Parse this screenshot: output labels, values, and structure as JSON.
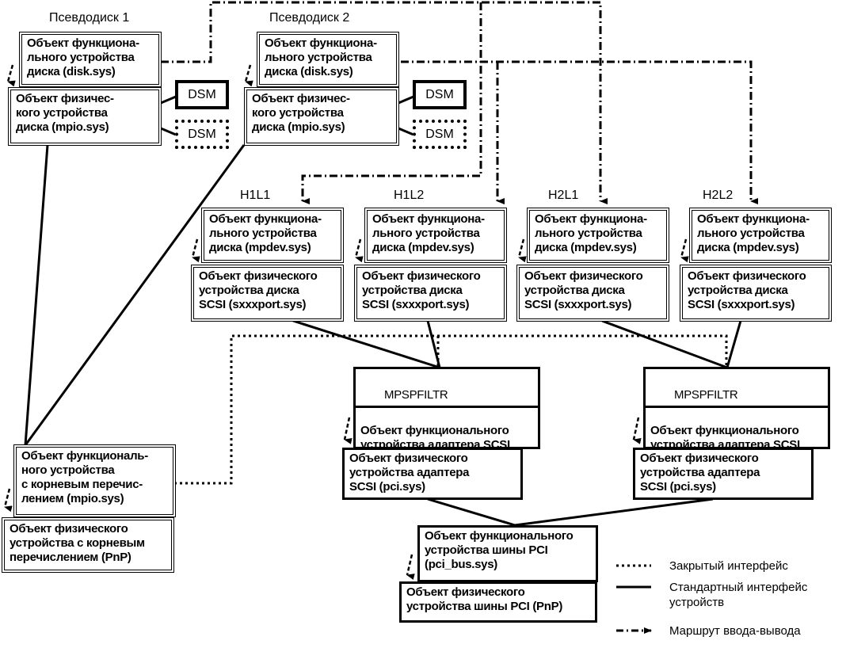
{
  "pseudodisks": [
    {
      "title": "Псевдодиск 1",
      "fdo": "Объект функциона-\nльного устройства\nдиска (disk.sys)",
      "pdo": "Объект физичес-\nкого устройства\nдиска (mpio.sys)",
      "dsm_active": "DSM",
      "dsm_inactive": "DSM"
    },
    {
      "title": "Псевдодиск 2",
      "fdo": "Объект функциона-\nльного устройства\nдиска (disk.sys)",
      "pdo": "Объект физичес-\nкого устройства\nдиска (mpio.sys)",
      "dsm_active": "DSM",
      "dsm_inactive": "DSM"
    }
  ],
  "paths": [
    {
      "title": "H1L1",
      "fdo": "Объект функциона-\nльного устройства\nдиска (mpdev.sys)",
      "pdo": "Объект физического\nустройства диска\nSCSI (sxxxport.sys)"
    },
    {
      "title": "H1L2",
      "fdo": "Объект функциона-\nльного устройства\nдиска (mpdev.sys)",
      "pdo": "Объект физического\nустройства диска\nSCSI (sxxxport.sys)"
    },
    {
      "title": "H2L1",
      "fdo": "Объект функциона-\nльного устройства\nдиска (mpdev.sys)",
      "pdo": "Объект физического\nустройства диска\nSCSI (sxxxport.sys)"
    },
    {
      "title": "H2L2",
      "fdo": "Объект функциона-\nльного устройства\nдиска (mpdev.sys)",
      "pdo": "Объект физического\nустройства диска\nSCSI (sxxxport.sys)"
    }
  ],
  "adapters": [
    {
      "filter": "MPSPFILTR",
      "fdo": "Объект функционального\nустройства адаптера SCSI\n(scsiport.sys)",
      "pdo": "Объект физического\nустройства адаптера\nSCSI (pci.sys)"
    },
    {
      "filter": "MPSPFILTR",
      "fdo": "Объект функционального\nустройства адаптера SCSI\n(scsiport.sys)",
      "pdo": "Объект физического\nустройства адаптера\nSCSI (pci.sys)"
    }
  ],
  "root": {
    "fdo": "Объект функциональ-\nного устройства\nс корневым перечис-\nлением (mpio.sys)",
    "pdo": "Объект физического\nустройства с корневым\nперечислением (PnP)"
  },
  "pci_bus": {
    "fdo": "Объект функционального\nустройства шины PCI\n(pci_bus.sys)",
    "pdo": "Объект физического\nустройства шины PCI (PnP)"
  },
  "legend": {
    "private_interface": "Закрытый интерфейс",
    "standard_interface": "Стандартный интерфейс\nустройств",
    "io_route": "Маршрут ввода-вывода"
  }
}
